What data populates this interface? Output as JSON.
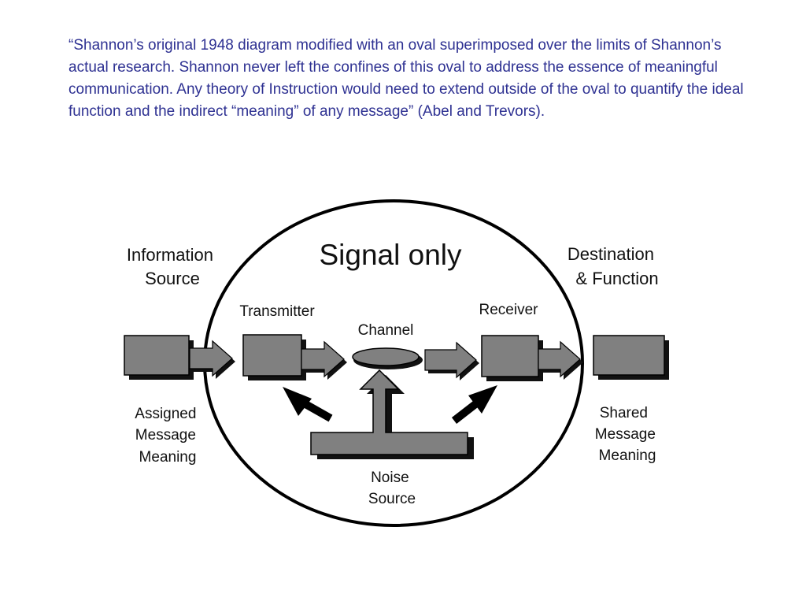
{
  "caption": "“Shannon’s original 1948 diagram modified with an oval superimposed over the limits of Shannon’s actual research. Shannon never left the confines of this oval to address the essence of meaningful communication. Any theory of Instruction would need to extend outside of the oval to quantify the ideal function and the indirect “meaning” of any message” (Abel and Trevors).",
  "diagram": {
    "title": "Signal only",
    "information_source": [
      "Information",
      "Source"
    ],
    "destination": [
      "Destination",
      "& Function"
    ],
    "transmitter": "Transmitter",
    "receiver": "Receiver",
    "channel": "Channel",
    "assigned_meaning": [
      "Assigned",
      "Message",
      "Meaning"
    ],
    "shared_meaning": [
      "Shared",
      "Message",
      "Meaning"
    ],
    "noise_source": [
      "Noise",
      "Source"
    ]
  },
  "colors": {
    "caption_text": "#2e3192",
    "box_fill": "#808080",
    "shadow": "#111111",
    "outline": "#000000"
  }
}
